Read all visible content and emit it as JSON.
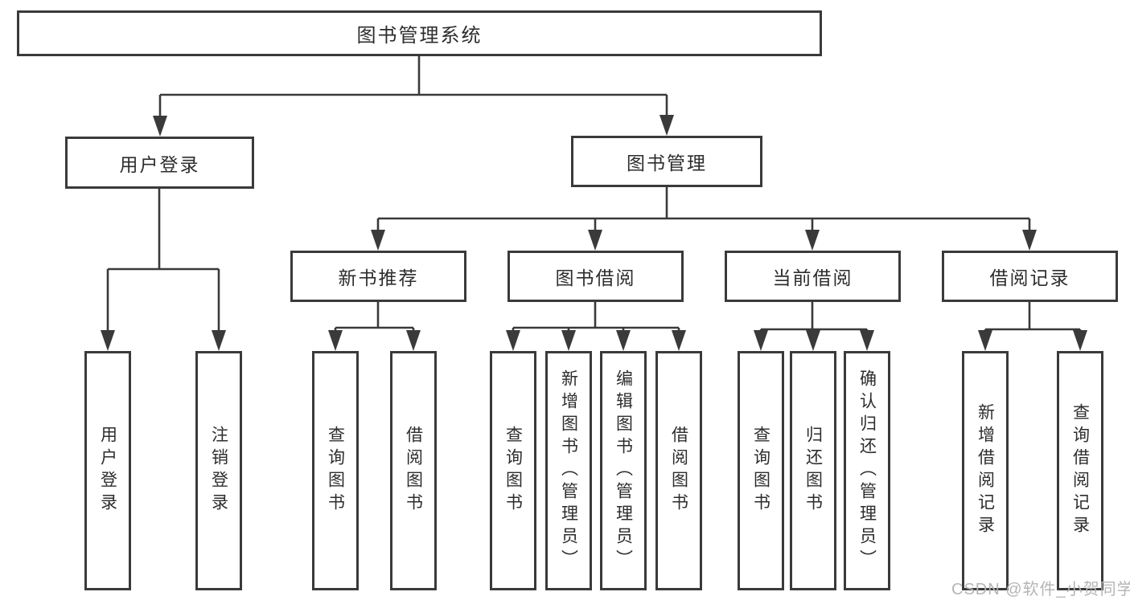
{
  "diagram": {
    "root": {
      "label": "图书管理系统"
    },
    "branches": [
      {
        "label": "用户登录",
        "children": [
          {
            "label": "用户登录"
          },
          {
            "label": "注销登录"
          }
        ]
      },
      {
        "label": "图书管理",
        "children": [
          {
            "label": "新书推荐",
            "children": [
              {
                "label": "查询图书"
              },
              {
                "label": "借阅图书"
              }
            ]
          },
          {
            "label": "图书借阅",
            "children": [
              {
                "label": "查询图书"
              },
              {
                "label": "新增图书（管理员）"
              },
              {
                "label": "编辑图书（管理员）"
              },
              {
                "label": "借阅图书"
              }
            ]
          },
          {
            "label": "当前借阅",
            "children": [
              {
                "label": "查询图书"
              },
              {
                "label": "归还图书"
              },
              {
                "label": "确认归还（管理员）"
              }
            ]
          },
          {
            "label": "借阅记录",
            "children": [
              {
                "label": "新增借阅记录"
              },
              {
                "label": "查询借阅记录"
              }
            ]
          }
        ]
      }
    ]
  },
  "watermark": {
    "text": "CSDN @软件_小贺同学"
  },
  "colors": {
    "background": "#ffffff",
    "line": "#3a3a3a",
    "box_border": "#3a3a3a",
    "text": "#2d2d2d",
    "watermark_text": "#b5b5b5"
  }
}
